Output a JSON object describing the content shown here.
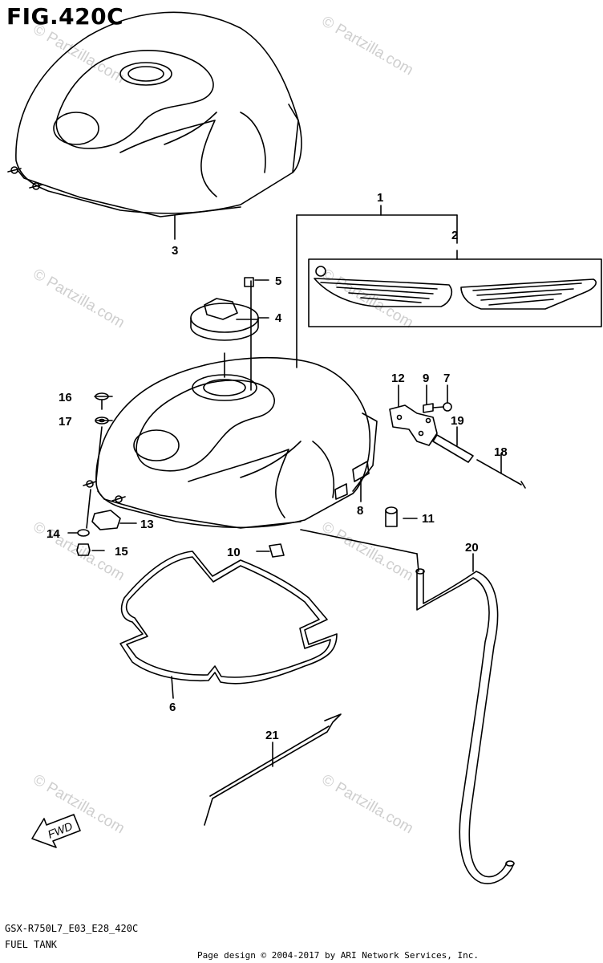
{
  "figure": {
    "title": "FIG.420C",
    "model_code": "GSX-R750L7_E03_E28_420C",
    "name": "FUEL TANK",
    "copyright": "Page design © 2004-2017 by ARI Network Services, Inc."
  },
  "fwd_label": "FWD",
  "watermark": "© Partzilla.com",
  "callouts": [
    {
      "id": "c1",
      "label": "1"
    },
    {
      "id": "c2",
      "label": "2"
    },
    {
      "id": "c3",
      "label": "3"
    },
    {
      "id": "c4",
      "label": "4"
    },
    {
      "id": "c5",
      "label": "5"
    },
    {
      "id": "c6",
      "label": "6"
    },
    {
      "id": "c7",
      "label": "7"
    },
    {
      "id": "c8",
      "label": "8"
    },
    {
      "id": "c9",
      "label": "9"
    },
    {
      "id": "c10",
      "label": "10"
    },
    {
      "id": "c11",
      "label": "11"
    },
    {
      "id": "c12",
      "label": "12"
    },
    {
      "id": "c13",
      "label": "13"
    },
    {
      "id": "c14",
      "label": "14"
    },
    {
      "id": "c15",
      "label": "15"
    },
    {
      "id": "c16",
      "label": "16"
    },
    {
      "id": "c17",
      "label": "17"
    },
    {
      "id": "c18",
      "label": "18"
    },
    {
      "id": "c19",
      "label": "19"
    },
    {
      "id": "c20",
      "label": "20"
    },
    {
      "id": "c21",
      "label": "21"
    }
  ]
}
